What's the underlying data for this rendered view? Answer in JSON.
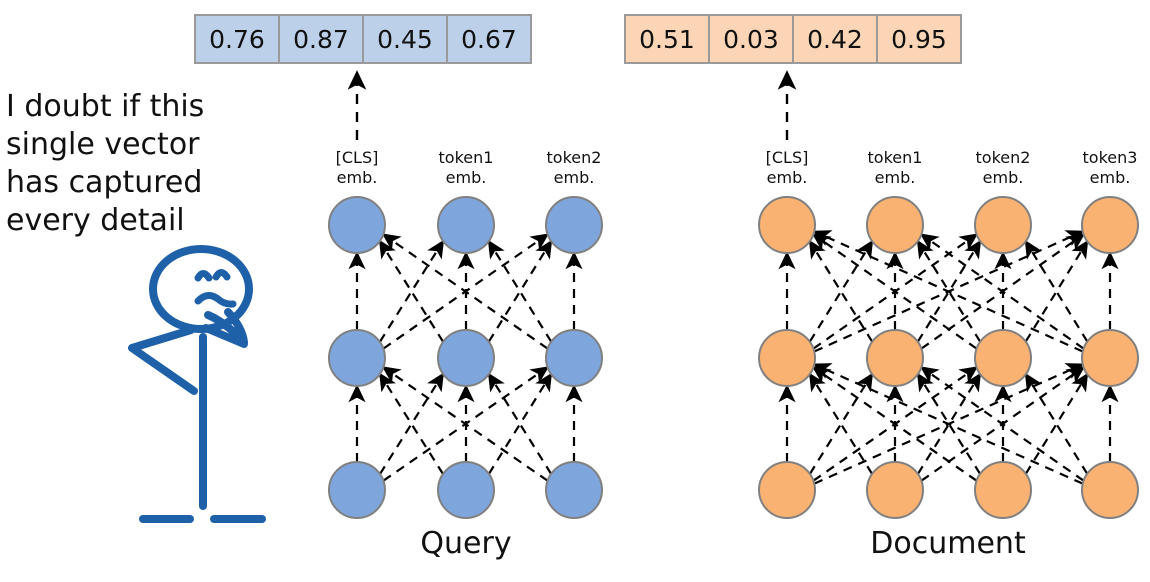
{
  "diagram": {
    "title_query": "Query",
    "title_document": "Document",
    "quote_lines": [
      "I doubt if this",
      "single vector",
      "has captured",
      "every detail"
    ],
    "colors": {
      "query_node": "#7fa6dc",
      "query_vector_box": "#bcd0ea",
      "document_node": "#fab273",
      "document_vector_box": "#fbd5b5",
      "node_stroke": "#808080",
      "figure": "#1f61a8",
      "arrow": "#000000"
    }
  },
  "query": {
    "vector_label": "query-embedding-vector",
    "vector_values": [
      "0.76",
      "0.87",
      "0.45",
      "0.67"
    ],
    "token_labels": [
      {
        "line1": "[CLS]",
        "line2": "emb."
      },
      {
        "line1": "token1",
        "line2": "emb."
      },
      {
        "line1": "token2",
        "line2": "emb."
      }
    ],
    "layers": 3,
    "columns": 3
  },
  "document": {
    "vector_label": "document-embedding-vector",
    "vector_values": [
      "0.51",
      "0.03",
      "0.42",
      "0.95"
    ],
    "token_labels": [
      {
        "line1": "[CLS]",
        "line2": "emb."
      },
      {
        "line1": "token1",
        "line2": "emb."
      },
      {
        "line1": "token2",
        "line2": "emb."
      },
      {
        "line1": "token3",
        "line2": "emb."
      }
    ],
    "layers": 3,
    "columns": 4
  }
}
